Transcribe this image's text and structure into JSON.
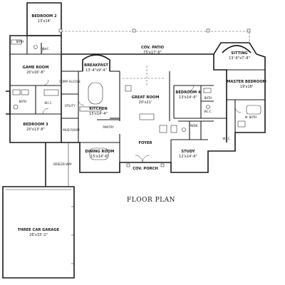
{
  "plan_title": "FLOOR PLAN",
  "rooms": {
    "bedroom2": {
      "label": "BEDROOM 2",
      "dims": "13'x14'"
    },
    "bath_upper": {
      "label": "BATH"
    },
    "wic_upper": {
      "label": "W.I.C."
    },
    "game_room": {
      "label": "GAME ROOM",
      "dims": "20'x16'-8\""
    },
    "bath_left": {
      "label": "BATH"
    },
    "wic_left": {
      "label": "W.I.C."
    },
    "bedroom3": {
      "label": "BEDROOM 3",
      "dims": "20'x13'-8\""
    },
    "comp_alcove": {
      "label": "COMP. ALCOVE"
    },
    "utility": {
      "label": "UTILITY"
    },
    "mud_room": {
      "label": "MUD ROOM"
    },
    "breakfast": {
      "label": "BREAKFAST",
      "dims": "13'-4\"x9'-4\""
    },
    "kitchen": {
      "label": "KITCHEN",
      "dims": "15'x14'-4\""
    },
    "pantry": {
      "label": "PANTRY"
    },
    "cov_patio": {
      "label": "COV. PATIO",
      "dims": "75'x17'-6\""
    },
    "great_room": {
      "label": "GREAT ROOM",
      "dims": "20'x21'"
    },
    "bedroom4": {
      "label": "BEDROOM 4",
      "dims": "13'x14'-6\""
    },
    "bath_b4": {
      "label": "BATH"
    },
    "wic_b4": {
      "label": "W.I.C."
    },
    "sitting": {
      "label": "SITTING",
      "dims": "13'-6\"x7'-8\""
    },
    "master_bedroom": {
      "label": "MASTER BEDROOM",
      "dims": "19'x18'"
    },
    "m_bath": {
      "label": "M. BATH"
    },
    "wic_master": {
      "label": "W.I.C."
    },
    "pwdr": {
      "label": "PWDR."
    },
    "dining_room": {
      "label": "DINING ROOM",
      "dims": "15'x14'-6\""
    },
    "foyer": {
      "label": "FOYER"
    },
    "study": {
      "label": "STUDY",
      "dims": "12'x14'-6\""
    },
    "cov_porch": {
      "label": "COV. PORCH"
    },
    "breeze_way": {
      "label": "BREEZE-WAY"
    },
    "garage": {
      "label": "THREE CAR GARAGE",
      "dims": "26'x33'-2\""
    }
  }
}
